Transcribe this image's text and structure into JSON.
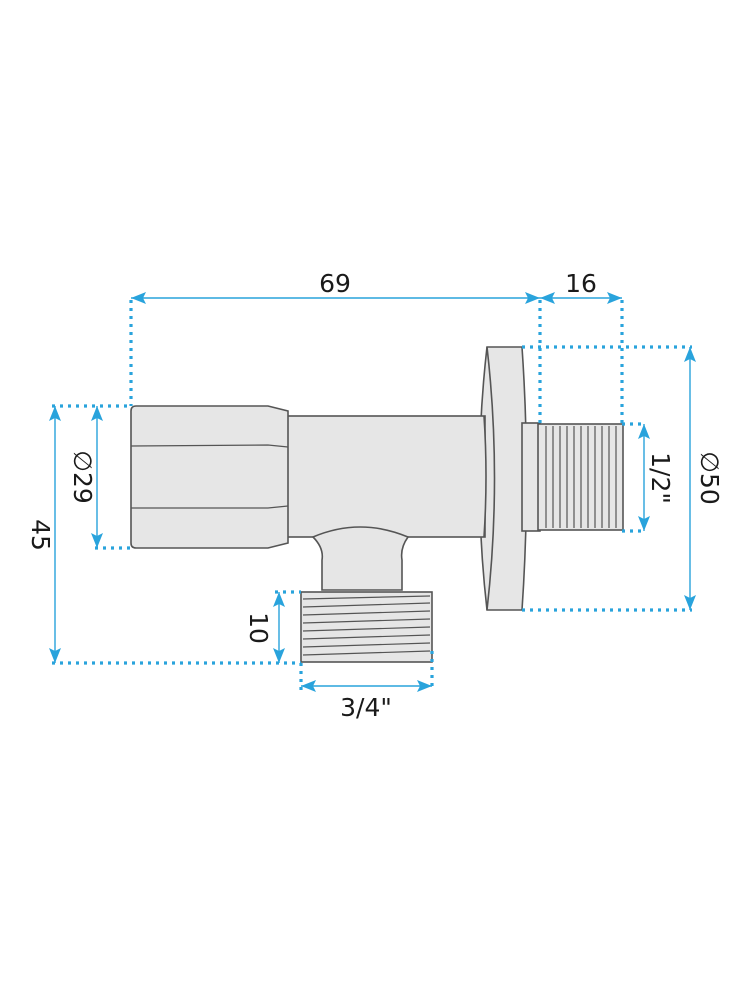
{
  "diagram": {
    "type": "technical drawing",
    "subject": "angle valve with wall flange",
    "colors": {
      "dimension": "#29a3dc",
      "part_fill": "#e6e6e6",
      "part_stroke": "#555555",
      "text": "#1a1a1a"
    },
    "dimensions": {
      "overall_length": "69",
      "outlet_length": "16",
      "handle_diameter": "∅29",
      "height": "45",
      "flange_diameter": "∅50",
      "outlet_thread": "1/2\"",
      "inlet_thread_length": "10",
      "inlet_thread": "3/4\""
    }
  }
}
